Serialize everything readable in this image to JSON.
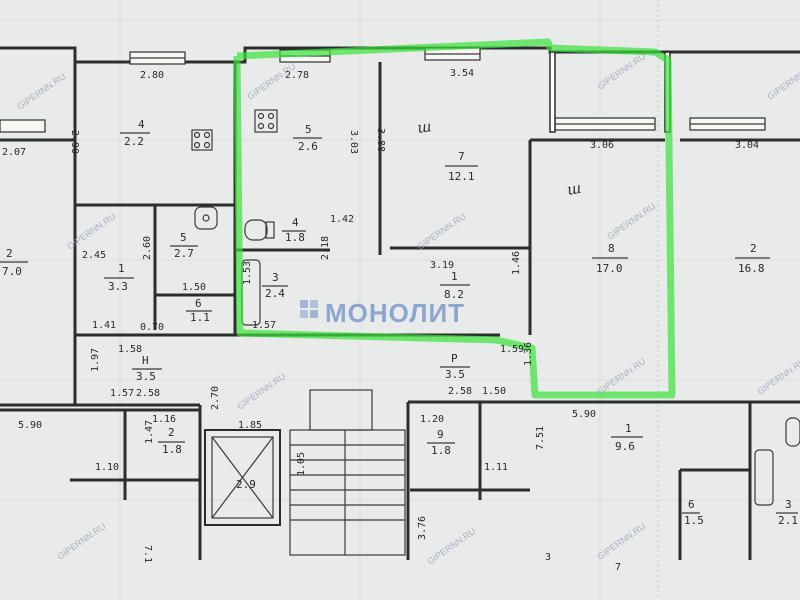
{
  "watermark": {
    "brand": "МОНОЛИТ",
    "site": "GIPERNN.RU"
  },
  "rooms": [
    {
      "id": "r4",
      "number": "4",
      "area": "2.2"
    },
    {
      "id": "r5",
      "number": "5",
      "area": "2.6"
    },
    {
      "id": "r7",
      "number": "7",
      "area": "12.1"
    },
    {
      "id": "r8",
      "number": "8",
      "area": "17.0"
    },
    {
      "id": "r2r",
      "number": "2",
      "area": "16.8"
    },
    {
      "id": "r2l",
      "number": "2",
      "area": "7.0"
    },
    {
      "id": "r1a",
      "number": "1",
      "area": "3.3"
    },
    {
      "id": "r5b",
      "number": "5",
      "area": "2.7"
    },
    {
      "id": "r6a",
      "number": "6",
      "area": "1.1"
    },
    {
      "id": "r4b",
      "number": "4",
      "area": "1.8"
    },
    {
      "id": "r3a",
      "number": "3",
      "area": "2.4"
    },
    {
      "id": "r1b",
      "number": "1",
      "area": "8.2"
    },
    {
      "id": "rN",
      "number": "Н",
      "area": "3.5"
    },
    {
      "id": "rP",
      "number": "Р",
      "area": "3.5"
    },
    {
      "id": "r2b",
      "number": "2",
      "area": "1.8"
    },
    {
      "id": "r9",
      "number": "9",
      "area": "1.8"
    },
    {
      "id": "r1c",
      "number": "1",
      "area": "9.6"
    },
    {
      "id": "rLift",
      "number": "",
      "area": "2.9"
    },
    {
      "id": "r6c",
      "number": "6",
      "area": "1.5"
    },
    {
      "id": "r3c",
      "number": "3",
      "area": "2.1"
    }
  ],
  "dimensions": [
    "2.80",
    "2.78",
    "3.54",
    "2.90",
    "3.03",
    "3.88",
    "3.06",
    "3.04",
    "2.07",
    "1.42",
    "3.19",
    "1.46",
    "1.50",
    "2.60",
    "2.45",
    "1.41",
    "1.57",
    "1.53",
    "2.18",
    "5.90",
    "5.90",
    "1.58",
    "1.59",
    "1.97",
    "1.57",
    "2.58",
    "2.58",
    "1.50",
    "1.36",
    "1.16",
    "1.47",
    "1.10",
    "2.70",
    "1.85",
    "1.20",
    "7.51",
    "1.11",
    "3.76",
    "1.05",
    "7.1",
    "3",
    "7",
    "0.70"
  ],
  "handwritten": [
    "ш",
    "ш"
  ]
}
